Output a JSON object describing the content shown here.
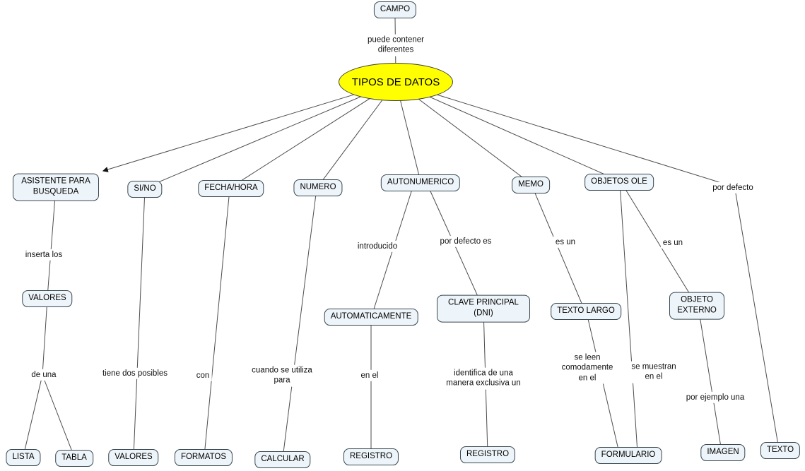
{
  "colors": {
    "background": "#ffffff",
    "concept_fill": "#eef5fa",
    "concept_border": "#37474f",
    "center_ellipse_fill": "#ffff00",
    "connector_line": "#4d4d4d",
    "arrowhead": "#111111"
  },
  "concepts": {
    "campo": "CAMPO",
    "tipos_de_datos": "TIPOS DE DATOS",
    "asistente_para_busqueda": "ASISTENTE PARA BUSQUEDA",
    "si_no": "SI/NO",
    "fecha_hora": "FECHA/HORA",
    "numero": "NUMERO",
    "autonumerico": "AUTONUMERICO",
    "memo": "MEMO",
    "objetos_ole": "OBJETOS OLE",
    "valores_busqueda": "VALORES",
    "lista": "LISTA",
    "tabla": "TABLA",
    "valores_si_no": "VALORES",
    "formatos": "FORMATOS",
    "calcular": "CALCULAR",
    "automaticamente": "AUTOMATICAMENTE",
    "registro_automatico": "REGISTRO",
    "clave_principal": "CLAVE PRINCIPAL (DNI)",
    "registro_clave": "REGISTRO",
    "texto_largo": "TEXTO LARGO",
    "formulario": "FORMULARIO",
    "objeto_externo": "OBJETO EXTERNO",
    "imagen": "IMAGEN",
    "texto": "TEXTO"
  },
  "linking_phrases": {
    "puede_contener": "puede contener diferentes",
    "inserta_los": "inserta los",
    "de_una": "de una",
    "tiene_dos_posibles": "tiene dos posibles",
    "con": "con",
    "cuando_se_utiliza_para": "cuando se utiliza para",
    "introducido": "introducido",
    "en_el": "en el",
    "por_defecto_es": "por defecto es",
    "identifica_registro": "identifica de una manera exclusiva un",
    "es_un_memo": "es un",
    "se_leen_comodamente": "se leen comodamente en el",
    "se_muestran_en_el": "se muestran en el",
    "es_un_ole": "es un",
    "por_ejemplo_una": "por ejemplo una",
    "por_defecto": "por defecto"
  }
}
